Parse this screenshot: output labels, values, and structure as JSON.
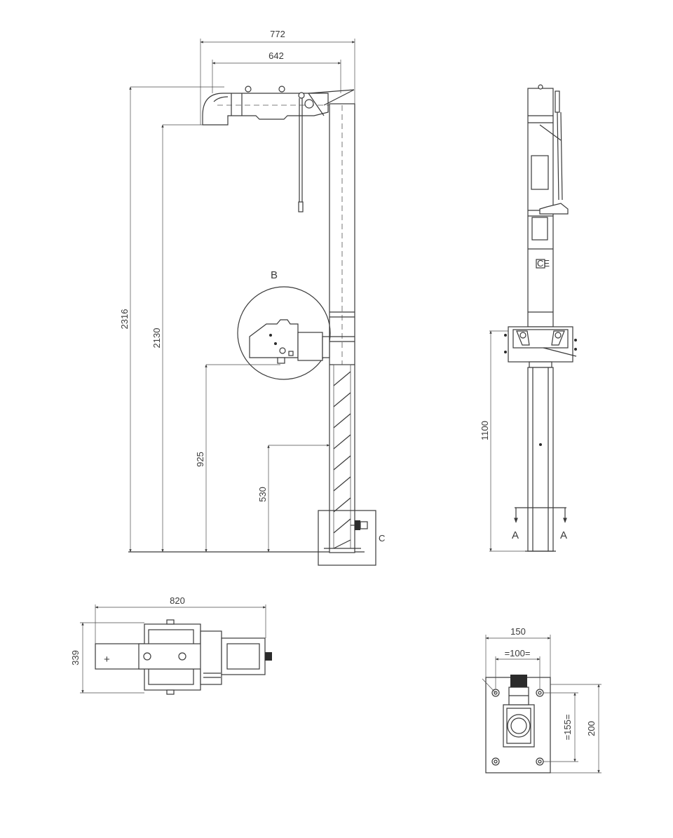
{
  "colors": {
    "line": "#3a3a3a",
    "background": "#ffffff"
  },
  "front_view": {
    "dims": {
      "overall_width": "772",
      "head_width": "642",
      "overall_height": "2316",
      "shower_height": "2130",
      "eyewash_height": "925",
      "inlet_height": "530"
    },
    "detail_label": "B",
    "connection_label": "C"
  },
  "side_view": {
    "dims": {
      "eyewash_to_floor": "1100"
    },
    "section_left": "A",
    "section_right": "A",
    "ce_mark": "CE"
  },
  "top_view": {
    "dims": {
      "length": "820",
      "width": "339"
    }
  },
  "base_view": {
    "dims": {
      "plate_width": "150",
      "hole_spacing_x": "=100=",
      "hole_spacing_y": "=155=",
      "plate_height": "200"
    }
  }
}
